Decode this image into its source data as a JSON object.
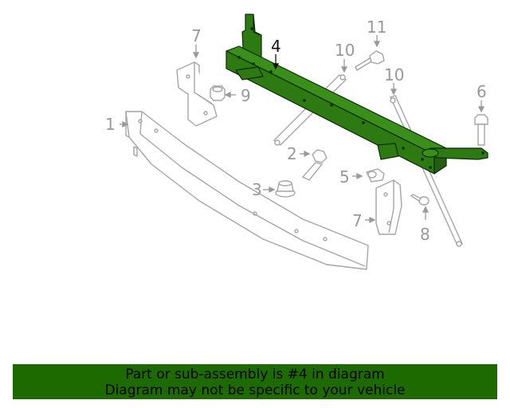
{
  "callouts": {
    "c1": "1",
    "c2": "2",
    "c3": "3",
    "c4": "4",
    "c5": "5",
    "c6": "6",
    "c7a": "7",
    "c7b": "7",
    "c8": "8",
    "c9": "9",
    "c10a": "10",
    "c10b": "10",
    "c11": "11"
  },
  "highlight_part": "4",
  "colors": {
    "highlight": "#2d7a12",
    "outline": "#a6a6a6",
    "banner_bg": "#1d6b00"
  },
  "banner": {
    "line1": "Part or sub-assembly is #4 in diagram",
    "line2": "Diagram may not be specific to your vehicle"
  }
}
